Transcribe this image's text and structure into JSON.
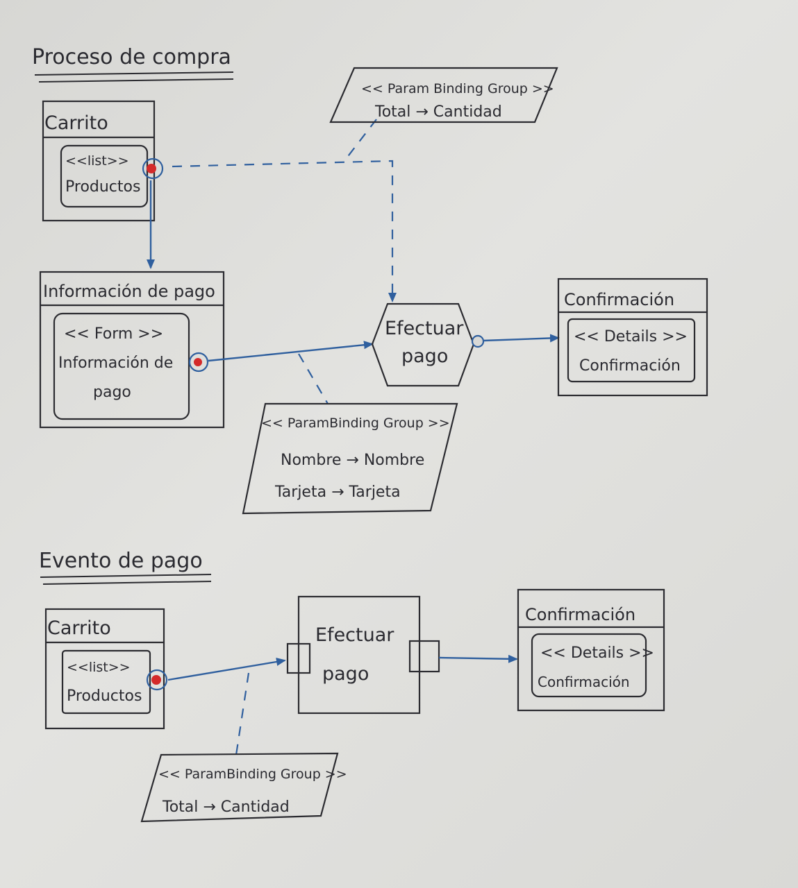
{
  "sections": [
    {
      "title": "Proceso de compra"
    },
    {
      "title": "Evento de pago"
    }
  ],
  "diagram1": {
    "carrito": {
      "header": "Carrito",
      "stereotype": "<<list>>",
      "name": "Productos"
    },
    "info_pago": {
      "header": "Información de pago",
      "stereotype": "<< Form >>",
      "line1": "Información de",
      "line2": "pago"
    },
    "efectuar": {
      "line1": "Efectuar",
      "line2": "pago"
    },
    "confirmacion": {
      "header": "Confirmación",
      "stereotype": "<< Details >>",
      "name": "Confirmación"
    },
    "binding_top": {
      "stereotype": "<< Param Binding Group >>",
      "mapping": "Total → Cantidad"
    },
    "binding_bottom": {
      "stereotype": "<< ParamBinding Group >>",
      "mapping1": "Nombre → Nombre",
      "mapping2": "Tarjeta → Tarjeta"
    }
  },
  "diagram2": {
    "carrito": {
      "header": "Carrito",
      "stereotype": "<<list>>",
      "name": "Productos"
    },
    "efectuar": {
      "line1": "Efectuar",
      "line2": "pago"
    },
    "confirmacion": {
      "header": "Confirmación",
      "stereotype": "<< Details >>",
      "name": "Confirmación"
    },
    "binding": {
      "stereotype": "<< ParamBinding Group >>",
      "mapping": "Total → Cantidad"
    }
  },
  "colors": {
    "ink": "#2b2b30",
    "flow": "#2f5f9e",
    "port": "#d42a2a"
  }
}
